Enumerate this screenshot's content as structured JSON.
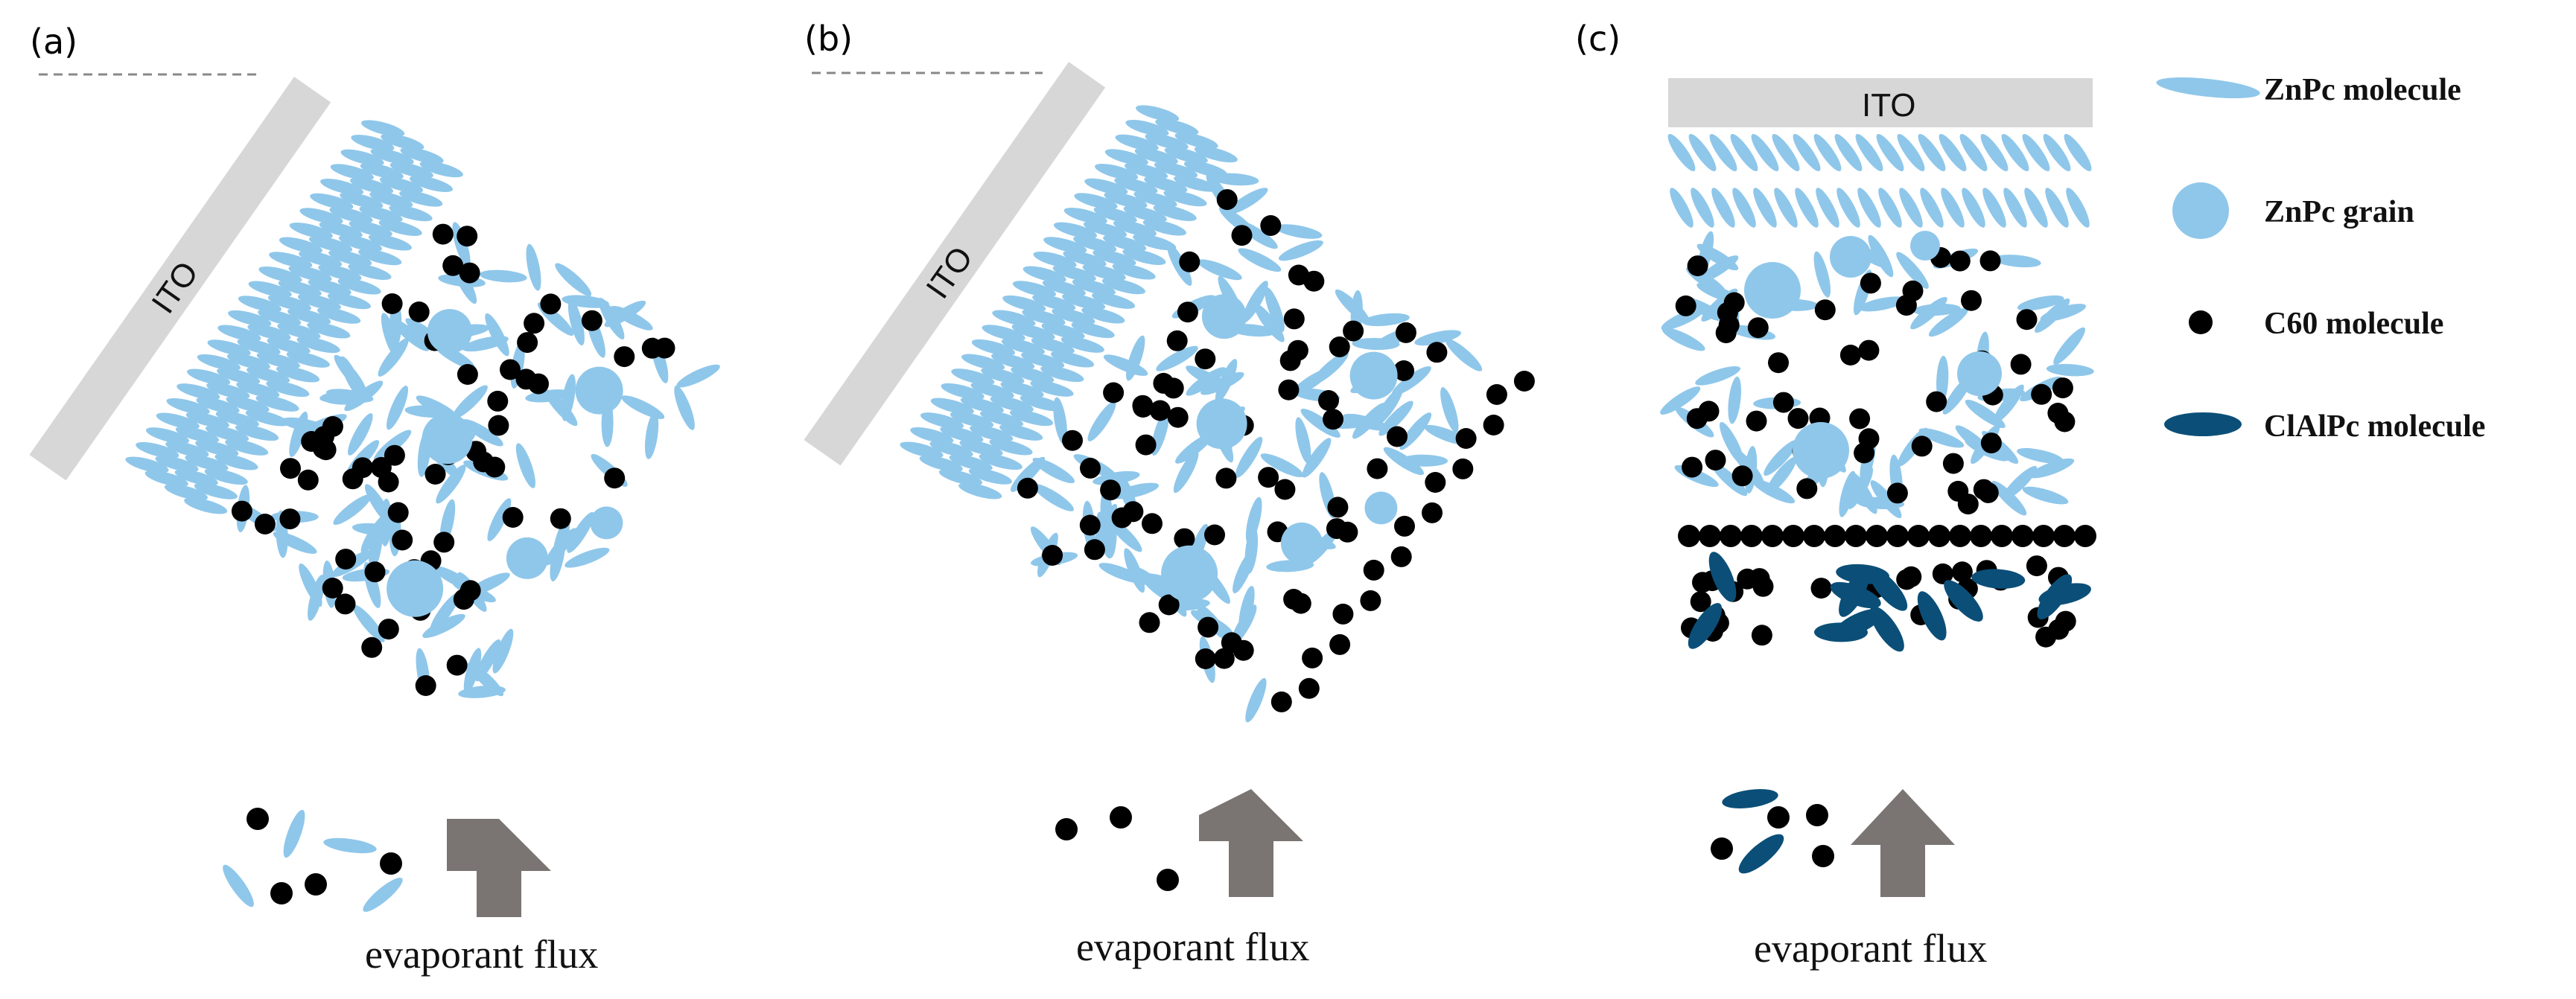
{
  "panels": [
    {
      "label": "(a)",
      "substrate_label": "ITO",
      "flux_label": "evaporant flux"
    },
    {
      "label": "(b)",
      "substrate_label": "ITO",
      "flux_label": "evaporant flux"
    },
    {
      "label": "(c)",
      "substrate_label": "ITO",
      "flux_label": "evaporant flux"
    }
  ],
  "legend": [
    {
      "label": "ZnPc molecule",
      "icon": "zncp-molecule-icon"
    },
    {
      "label": "ZnPc grain",
      "icon": "zncp-grain-icon"
    },
    {
      "label": "C60 molecule",
      "icon": "c60-molecule-icon"
    },
    {
      "label": "ClAlPc molecule",
      "icon": "clalpc-molecule-icon"
    }
  ],
  "colors": {
    "znpc": "#8fc7ea",
    "grain": "#8fc7ea",
    "c60": "#000000",
    "clalpc": "#0b4f78",
    "ito": "#d7d7d7",
    "arrow": "#7a7572"
  }
}
